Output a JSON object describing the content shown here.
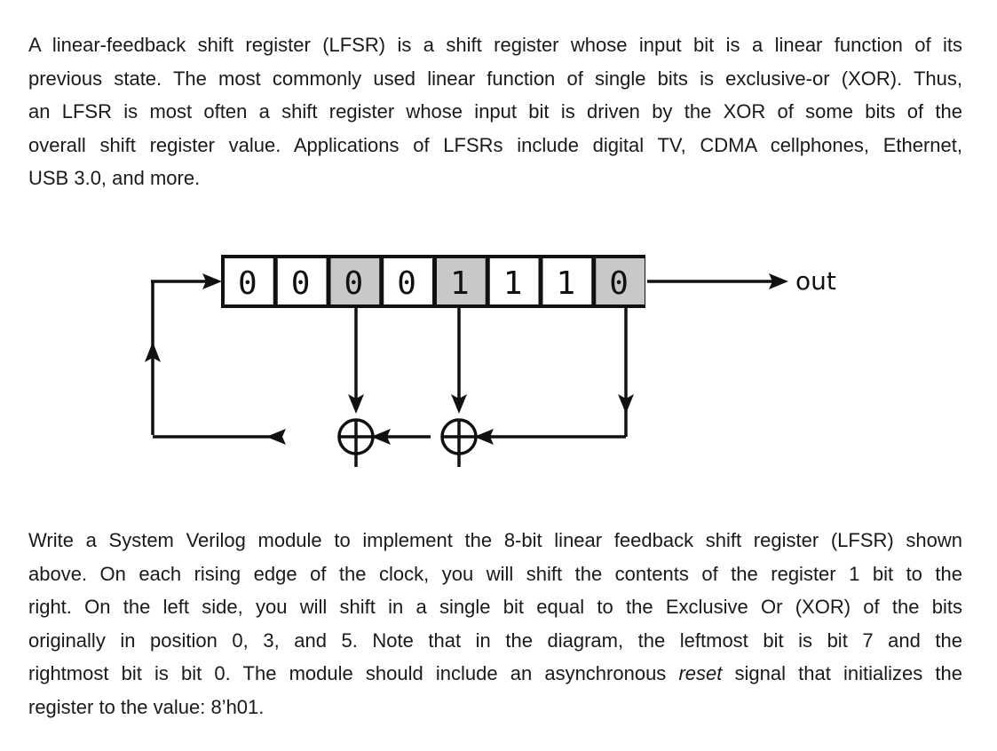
{
  "intro": {
    "lines": [
      "A linear-feedback shift register (LFSR) is a shift register whose input bit is a linear function of its",
      "previous state. The most commonly used linear function of single bits is exclusive-or (XOR). Thus,",
      "an LFSR is most often a shift register whose input bit is driven by the XOR of some bits of the",
      "overall shift register value. Applications of LFSRs include digital TV, CDMA cellphones, Ethernet,",
      "USB 3.0, and more."
    ]
  },
  "diagram": {
    "bits": [
      "0",
      "0",
      "0",
      "0",
      "1",
      "1",
      "1",
      "0"
    ],
    "tapped": [
      false,
      false,
      true,
      false,
      true,
      false,
      false,
      true
    ],
    "out_label": "out"
  },
  "task": {
    "lines": [
      "Write a System Verilog module to implement the 8-bit linear feedback shift register (LFSR) shown",
      "above. On each rising edge of the clock, you will shift the contents of the register 1 bit to the",
      "right. On the left side, you will shift in a single bit equal to the Exclusive Or (XOR) of the bits",
      "originally in position 0, 3, and 5. Note that in the diagram, the leftmost bit is bit 7 and the"
    ],
    "line5_before": "rightmost bit is bit 0.  The module should include an asynchronous ",
    "line5_emph": "reset",
    "line5_after": " signal that initializes the",
    "line6": "register to the value: 8’h01."
  },
  "colors": {
    "tap_fill": "#c8c8c8",
    "cell_fill": "#ffffff",
    "stroke": "#111111"
  }
}
